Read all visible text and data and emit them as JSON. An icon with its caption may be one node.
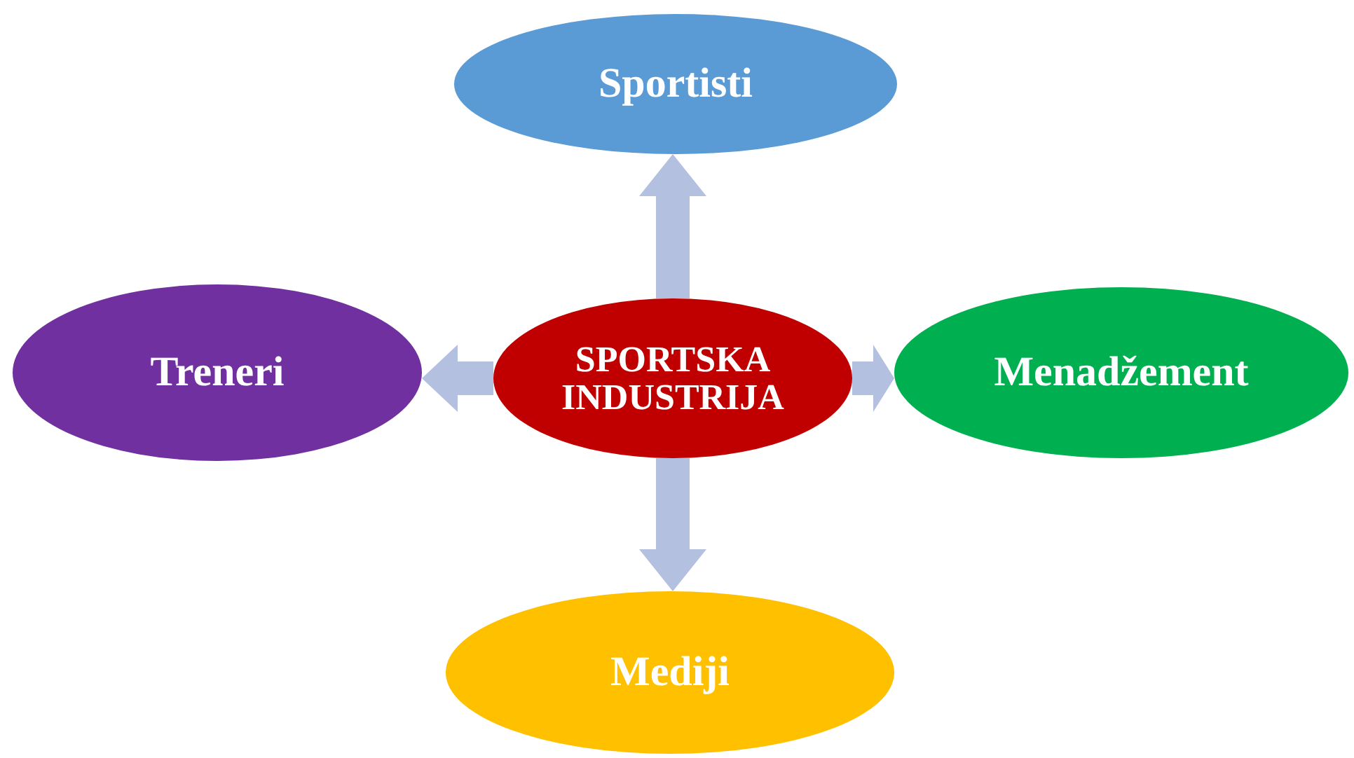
{
  "diagram": {
    "nodes": [
      {
        "text": [
          "Sportisti"
        ]
      },
      {
        "text": [
          "Treneri"
        ]
      },
      {
        "text": [
          "SPORTSKA INDUSTRIJA"
        ]
      },
      {
        "text": [
          "Menadžement"
        ]
      },
      {
        "text": [
          "Mediji"
        ]
      }
    ],
    "edges": [
      {
        "from": 2,
        "to": 0,
        "arrow": "to"
      },
      {
        "from": 2,
        "to": 1,
        "arrow": "to"
      },
      {
        "from": 2,
        "to": 3,
        "arrow": "to"
      },
      {
        "from": 2,
        "to": 4,
        "arrow": "to"
      }
    ]
  }
}
